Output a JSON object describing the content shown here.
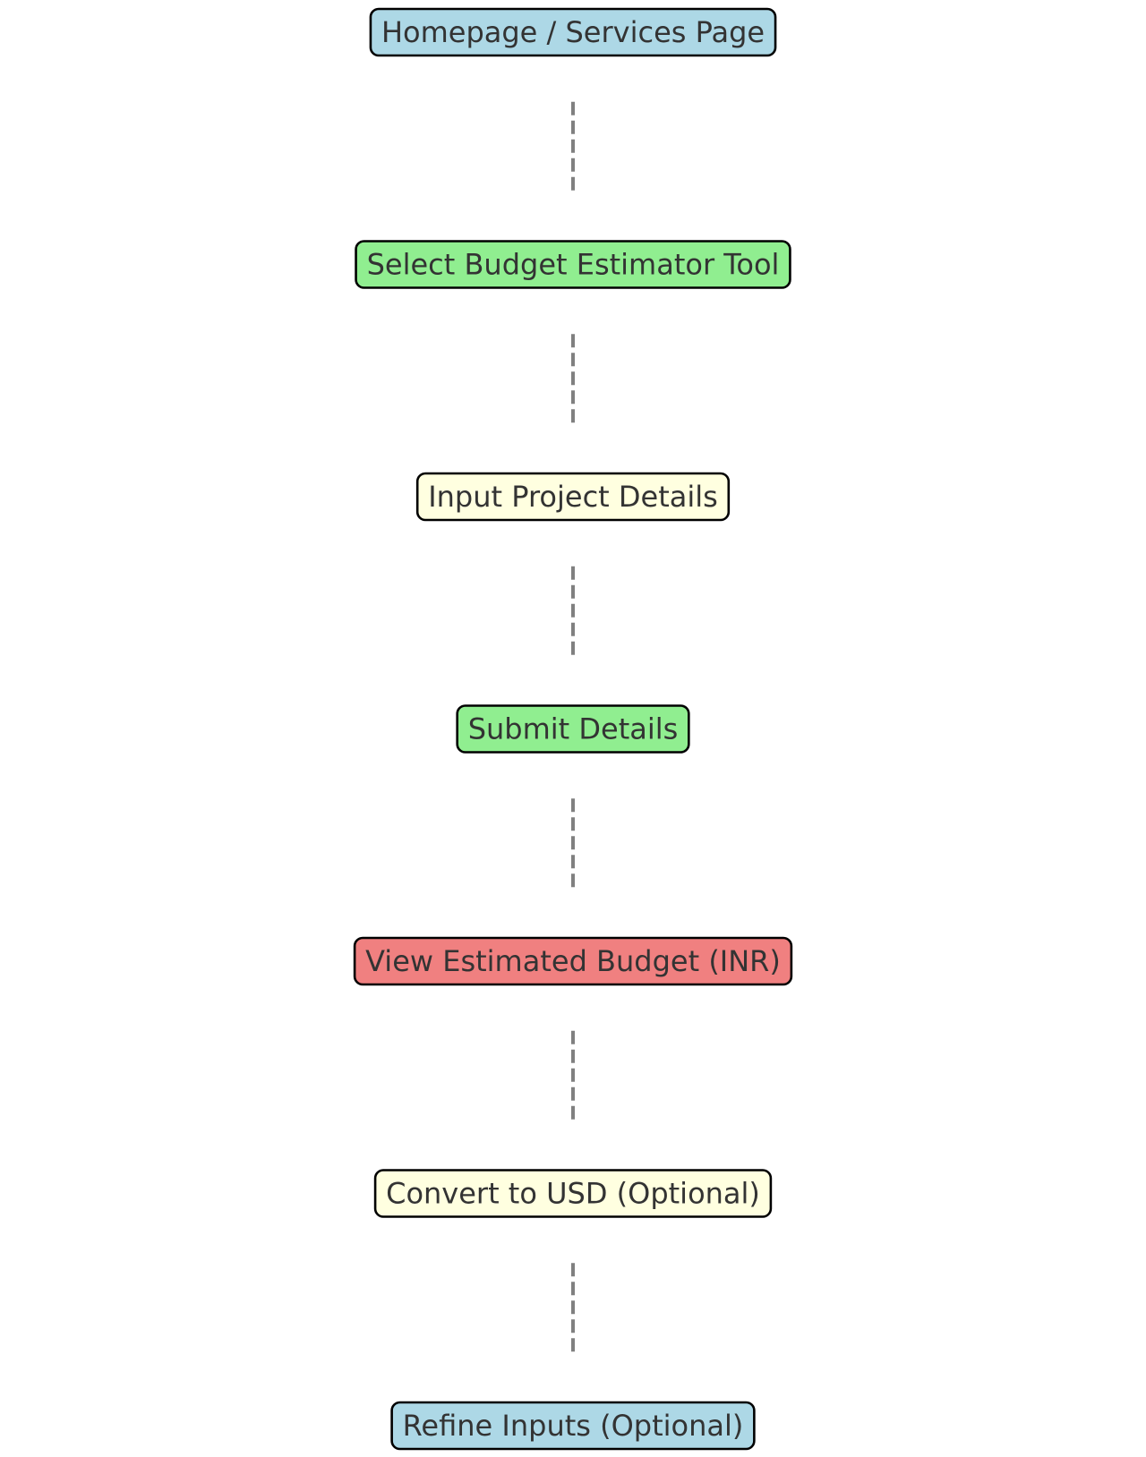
{
  "diagram": {
    "nodes": [
      {
        "id": "homepage",
        "label": "Homepage / Services Page",
        "fill": "#ADD8E6"
      },
      {
        "id": "select-tool",
        "label": "Select Budget Estimator Tool",
        "fill": "#90EE90"
      },
      {
        "id": "input-details",
        "label": "Input Project Details",
        "fill": "#FFFFE0"
      },
      {
        "id": "submit-details",
        "label": "Submit Details",
        "fill": "#90EE90"
      },
      {
        "id": "view-budget",
        "label": "View Estimated Budget (INR)",
        "fill": "#F08080"
      },
      {
        "id": "convert-usd",
        "label": "Convert to USD (Optional)",
        "fill": "#FFFFE0"
      },
      {
        "id": "refine-inputs",
        "label": "Refine Inputs (Optional)",
        "fill": "#ADD8E6"
      }
    ],
    "edges": [
      {
        "from": "homepage",
        "to": "select-tool",
        "style": "dashed"
      },
      {
        "from": "select-tool",
        "to": "input-details",
        "style": "dashed"
      },
      {
        "from": "input-details",
        "to": "submit-details",
        "style": "dashed"
      },
      {
        "from": "submit-details",
        "to": "view-budget",
        "style": "dashed"
      },
      {
        "from": "view-budget",
        "to": "convert-usd",
        "style": "dashed"
      },
      {
        "from": "convert-usd",
        "to": "refine-inputs",
        "style": "dashed"
      }
    ],
    "colors": {
      "border": "#000000",
      "text": "#333333",
      "edge": "#808080"
    }
  }
}
